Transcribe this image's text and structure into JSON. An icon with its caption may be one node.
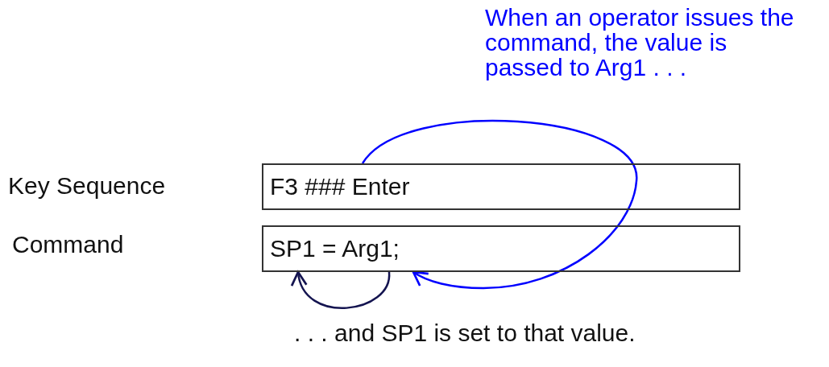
{
  "diagram": {
    "nodes": [
      {
        "text": [
          "F3 ### Enter"
        ]
      },
      {
        "text": [
          "SP1 = Arg1;"
        ]
      }
    ],
    "edges": [
      {
        "from": 0,
        "to": 1,
        "arrow": "to",
        "color": "#0000ff"
      },
      {
        "from": 1,
        "to": 1,
        "arrow": "to",
        "color": "#141450"
      }
    ],
    "labels": [
      "When an operator issues the command, the value is passed to Arg1 . . .",
      "Key Sequence",
      "Command",
      ". . . and SP1 is set to that value."
    ]
  }
}
